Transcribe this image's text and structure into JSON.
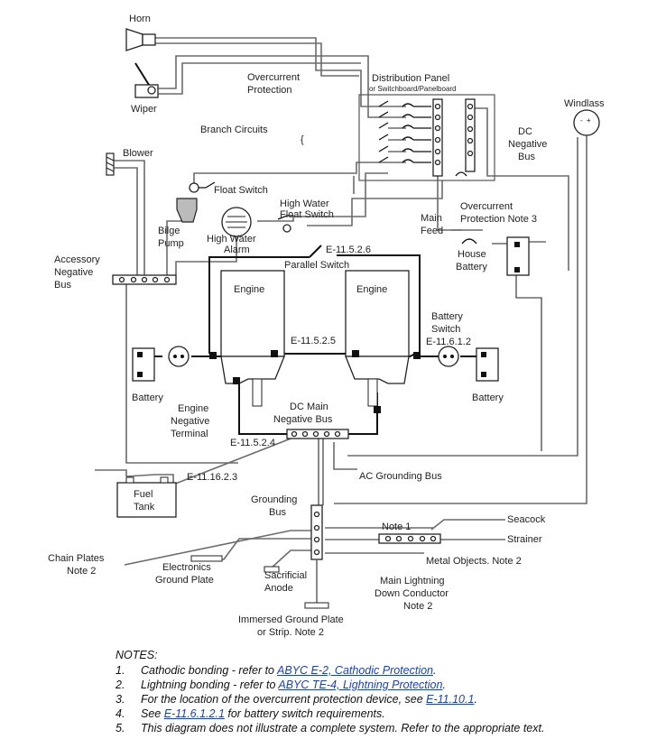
{
  "labels": {
    "horn": "Horn",
    "wiper": "Wiper",
    "overcurrent_protection": [
      "Overcurrent",
      "Protection"
    ],
    "distribution_panel": "Distribution Panel",
    "panel_sub": "or Switchboard/Panelboard",
    "windlass": "Windlass",
    "branch_circuits": "Branch Circuits",
    "dc_negative_bus": [
      "DC",
      "Negative",
      "Bus"
    ],
    "blower": "Blower",
    "float_switch": "Float Switch",
    "high_water_float_switch": [
      "High Water",
      "Float Switch"
    ],
    "overcurrent_note3": [
      "Overcurrent",
      "Protection Note 3"
    ],
    "bilge_pump": [
      "Bilge",
      "Pump"
    ],
    "high_water_alarm": [
      "High Water",
      "Alarm"
    ],
    "main_feed": [
      "Main",
      "Feed"
    ],
    "e_11_5_2_6": "E-11.5.2.6",
    "parallel_switch": "Parallel Switch",
    "house_battery": [
      "House",
      "Battery"
    ],
    "accessory_negative_bus": [
      "Accessory",
      "Negative",
      "Bus"
    ],
    "engine_left": "Engine",
    "engine_right": "Engine",
    "battery_switch": [
      "Battery",
      "Switch",
      "E-11.6.1.2"
    ],
    "e_11_5_2_5": "E-11.5.2.5",
    "battery_left": "Battery",
    "battery_right": "Battery",
    "engine_negative_terminal": [
      "Engine",
      "Negative",
      "Terminal"
    ],
    "dc_main_negative_bus": [
      "DC Main",
      "Negative Bus"
    ],
    "e_11_5_2_4": "E-11.5.2.4",
    "e_11_16_2_3": "E-11.16.2.3",
    "ac_grounding_bus": "AC Grounding Bus",
    "fuel_tank": [
      "Fuel",
      "Tank"
    ],
    "grounding_bus": [
      "Grounding",
      "Bus"
    ],
    "seacock": "Seacock",
    "note1": "Note 1",
    "strainer": "Strainer",
    "chain_plates": [
      "Chain Plates",
      "Note 2"
    ],
    "electronics_ground_plate": [
      "Electronics",
      "Ground Plate"
    ],
    "metal_objects": "Metal Objects. Note 2",
    "sacrificial_anode": [
      "Sacrificial",
      "Anode"
    ],
    "main_lightning": [
      "Main Lightning",
      "Down Conductor",
      "Note 2"
    ],
    "immersed_ground_plate": [
      "Immersed Ground Plate",
      "or Strip.  Note 2"
    ]
  },
  "notes": {
    "title": "NOTES:",
    "n1": {
      "num": "1.",
      "pre": "Cathodic bonding - refer to ",
      "link": "ABYC E-2, Cathodic Protection",
      "post": "."
    },
    "n2": {
      "num": "2.",
      "pre": "Lightning bonding - refer to ",
      "link": "ABYC TE-4, Lightning Protection",
      "post": "."
    },
    "n3": {
      "num": "3.",
      "pre": "For the location of the overcurrent protection device, see ",
      "link": "E-11.10.1",
      "post": "."
    },
    "n4": {
      "num": "4.",
      "pre": "See ",
      "link": "E-11.6.1.2.1",
      "post": " for battery switch requirements."
    },
    "n5": {
      "num": "5.",
      "pre": "This diagram does not illustrate a complete system. Refer to the appropriate text.",
      "link": "",
      "post": ""
    }
  }
}
